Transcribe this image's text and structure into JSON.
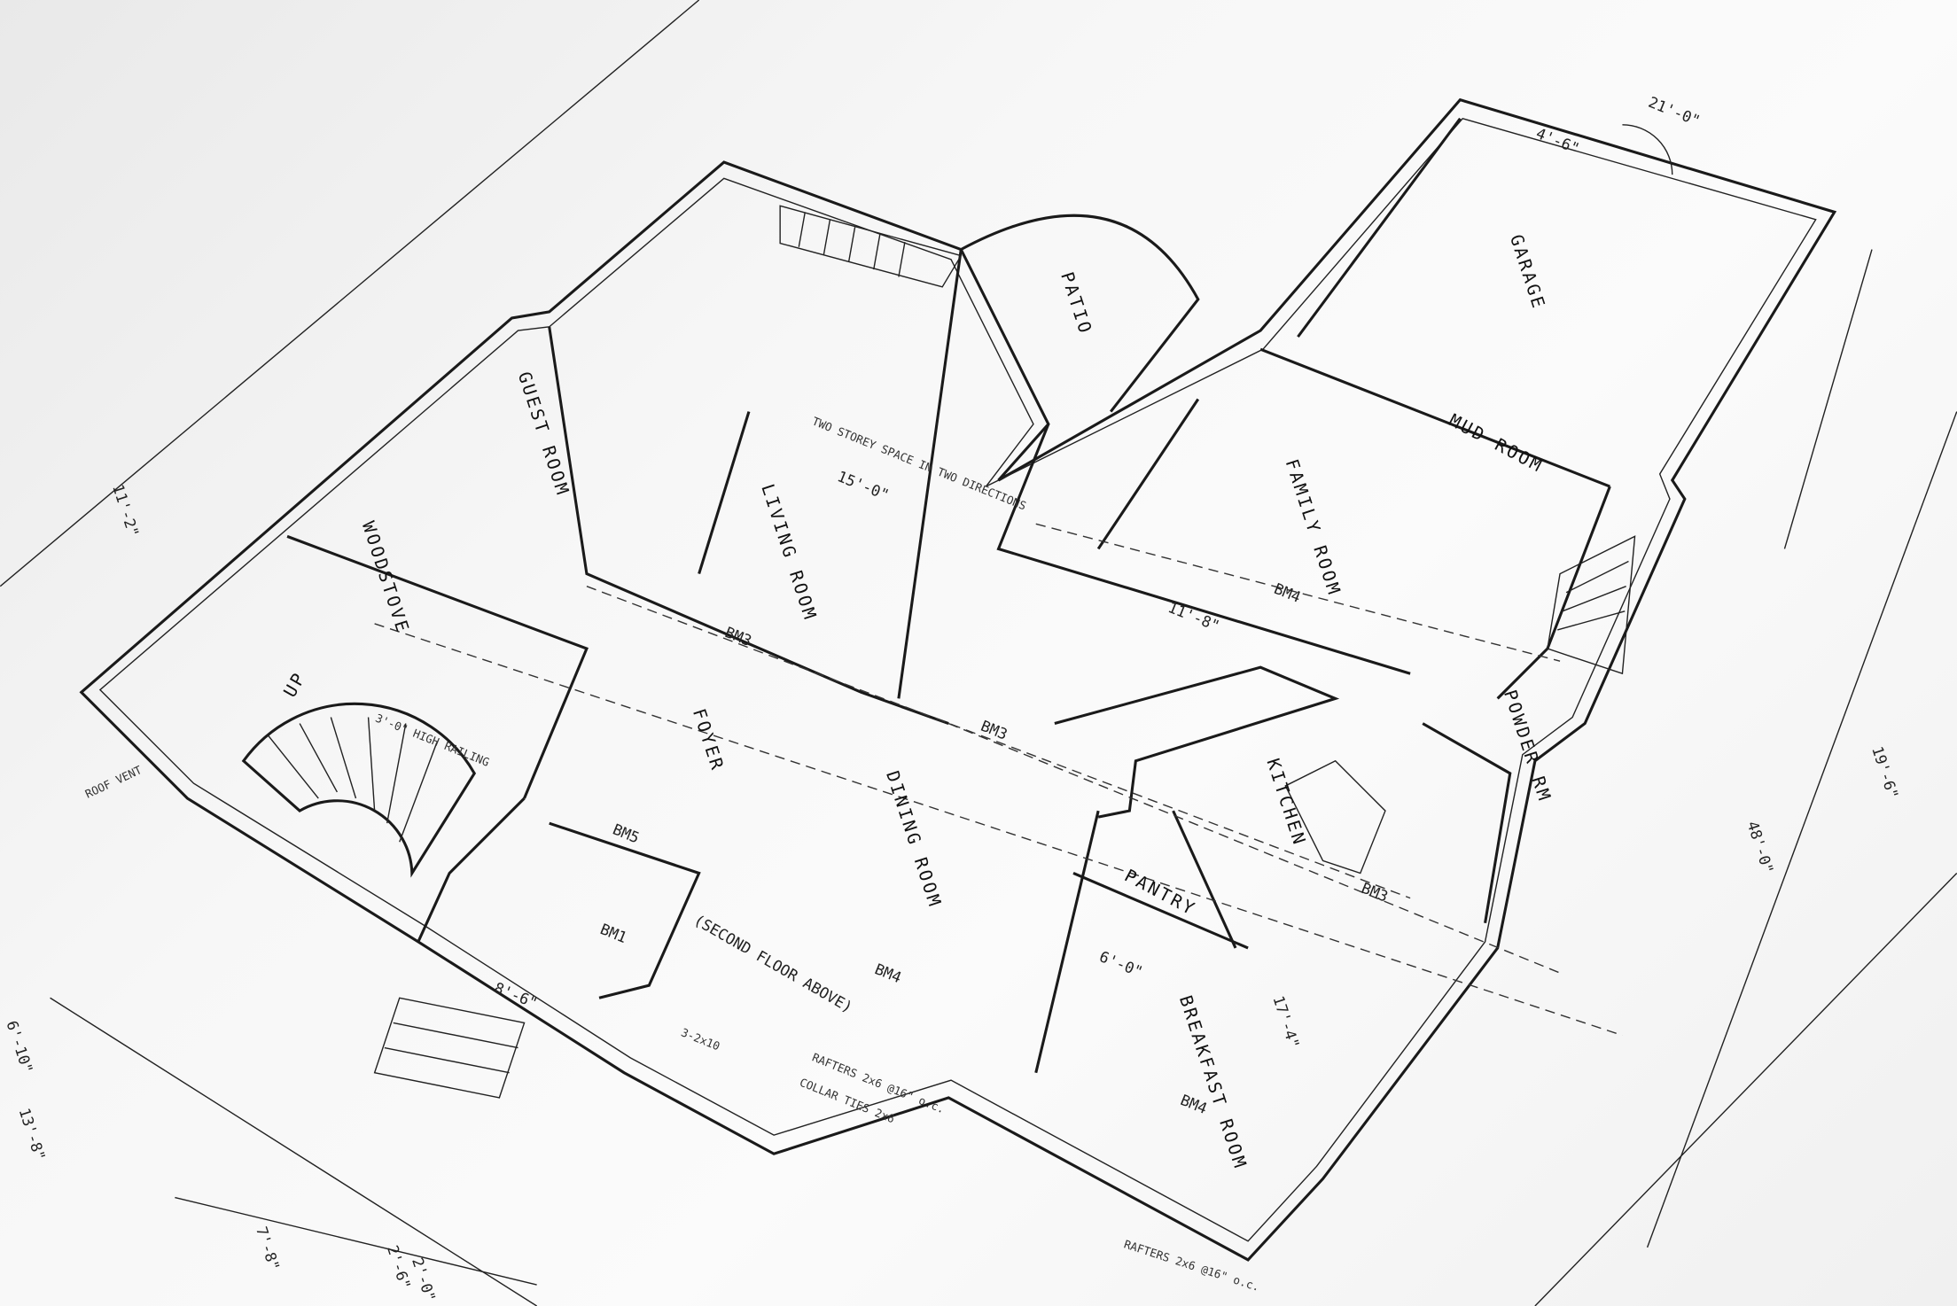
{
  "rooms": {
    "guest_room": "GUEST ROOM",
    "living_room": "LIVING ROOM",
    "foyer": "FOYER",
    "dining_room": "DINING ROOM",
    "family_room": "FAMILY ROOM",
    "kitchen": "KITCHEN",
    "pantry": "PANTRY",
    "breakfast_room": "BREAKFAST ROOM",
    "mud_room": "MUD ROOM",
    "garage": "GARAGE",
    "powder_rm": "POWDER RM",
    "patio": "PATIO",
    "woodstove": "WOODSTOVE",
    "second_floor_above": "(SECOND FLOOR ABOVE)",
    "up": "UP"
  },
  "beams": {
    "bm3_a": "BM3",
    "bm3_b": "BM3",
    "bm3_c": "BM3",
    "bm4_a": "BM4",
    "bm4_b": "BM4",
    "bm4_c": "BM4",
    "bm1": "BM1",
    "bm5": "BM5"
  },
  "dimensions": {
    "d1": "13'-8\"",
    "d2": "6'-10\"",
    "d3": "7'-8\"",
    "d4": "2'-6\"",
    "d5": "2'-0\"",
    "d6": "48'-0\"",
    "d7": "15'-0\"",
    "d8": "11'-8\"",
    "d9": "17'-4\"",
    "d10": "8'-6\"",
    "d11": "6'-0\"",
    "d12": "4'-6\"",
    "d13": "21'-0\"",
    "d14": "19'-6\"",
    "d15": "11'-2\""
  },
  "notes": {
    "rafters_bottom": "RAFTERS 2x6 @16\" o.c.",
    "rafters_mid": "RAFTERS 2x6 @16\" o.c.",
    "collar_ties": "COLLAR TIES 2x6",
    "two_storey": "TWO STOREY SPACE IN TWO DIRECTIONS",
    "railing": "3'-0\" HIGH RAILING",
    "roof_vent": "ROOF VENT",
    "beam": "3-2x10"
  }
}
